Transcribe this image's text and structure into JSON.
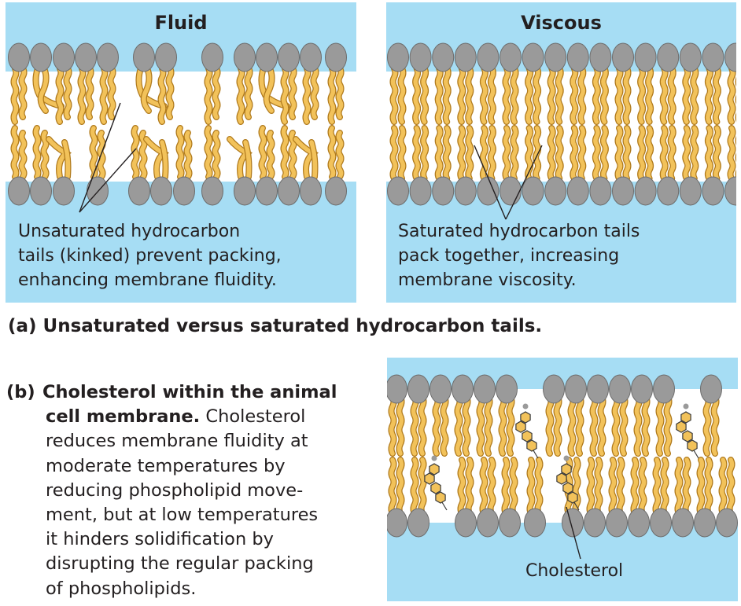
{
  "panel_fluid": {
    "title": "Fluid",
    "note": "Unsaturated hydrocarbon\ntails (kinked) prevent packing,\nenhancing membrane fluidity."
  },
  "panel_viscous": {
    "title": "Viscous",
    "note": "Saturated hydrocarbon tails\npack together, increasing\nmembrane viscosity."
  },
  "caption_a": "(a) Unsaturated versus saturated hydrocarbon tails.",
  "caption_b": {
    "label": "(b)",
    "title_line1": "Cholesterol within the animal",
    "title_line2": "cell membrane.",
    "line2_rest": " Cholesterol",
    "lines": [
      "reduces membrane fluidity at",
      "moderate temperatures by",
      "reducing phospholipid move-",
      "ment, but at low temperatures",
      "it hinders solidification by",
      "disrupting the regular packing",
      "of phospholipids."
    ]
  },
  "cholesterol_label": "Cholesterol",
  "colors": {
    "background_water": "#a6ddf4",
    "head": "#9a9a9a",
    "tail": "#f2c25a",
    "tail_edge": "#b07a1c",
    "gap": "#ffffff"
  }
}
